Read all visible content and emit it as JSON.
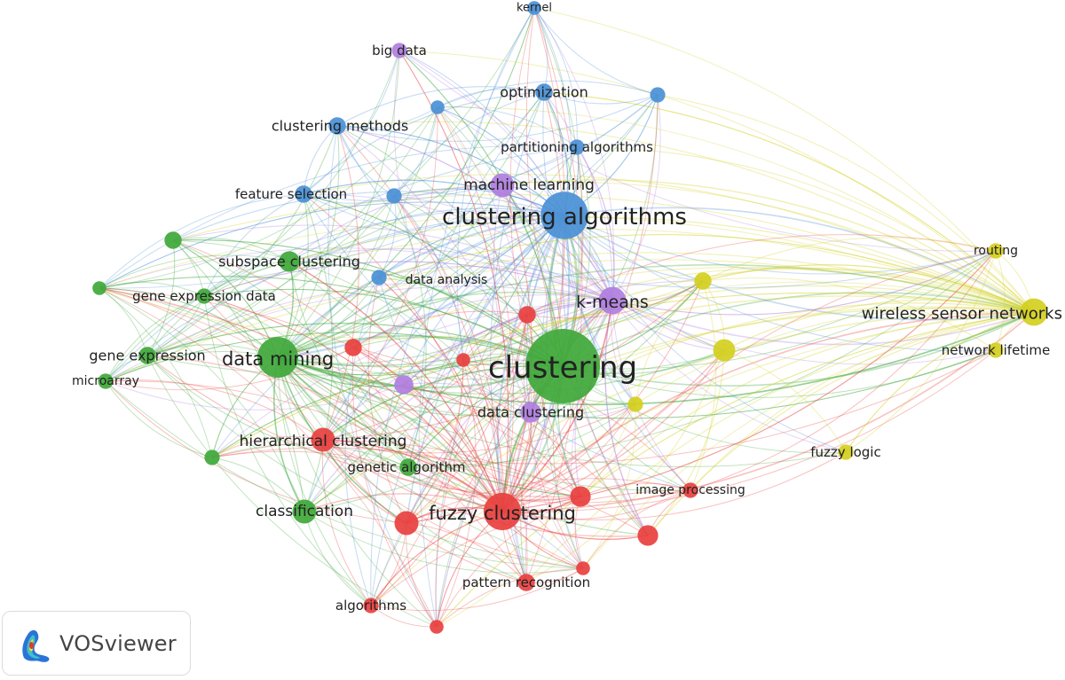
{
  "app": {
    "logo_text": "VOSviewer"
  },
  "colors": {
    "red": "#e8403f",
    "green": "#3fa83a",
    "blue": "#4a90d6",
    "yellow": "#d4cf1e",
    "purple": "#b07ee0"
  },
  "nodes": [
    {
      "id": "clustering",
      "label": "clustering",
      "cluster": "green",
      "weight": 10
    },
    {
      "id": "clustering-algorithms",
      "label": "clustering algorithms",
      "cluster": "blue",
      "weight": 6
    },
    {
      "id": "data-mining",
      "label": "data mining",
      "cluster": "green",
      "weight": 5
    },
    {
      "id": "fuzzy-clustering",
      "label": "fuzzy clustering",
      "cluster": "red",
      "weight": 4.5
    },
    {
      "id": "wireless-sensor-networks",
      "label": "wireless sensor networks",
      "cluster": "yellow",
      "weight": 3
    },
    {
      "id": "k-means",
      "label": "k-means",
      "cluster": "purple",
      "weight": 3
    },
    {
      "id": "machine-learning",
      "label": "machine learning",
      "cluster": "purple",
      "weight": 2.5
    },
    {
      "id": "hierarchical-clustering",
      "label": "hierarchical clustering",
      "cluster": "red",
      "weight": 2.5
    },
    {
      "id": "classification",
      "label": "classification",
      "cluster": "green",
      "weight": 2.5
    },
    {
      "id": "data-clustering",
      "label": "data clustering",
      "cluster": "purple",
      "weight": 2
    },
    {
      "id": "subspace-clustering",
      "label": "subspace clustering",
      "cluster": "green",
      "weight": 2
    },
    {
      "id": "gene-expression",
      "label": "gene expression",
      "cluster": "green",
      "weight": 1.5
    },
    {
      "id": "optimization",
      "label": "optimization",
      "cluster": "blue",
      "weight": 1.5
    },
    {
      "id": "clustering-methods",
      "label": "clustering methods",
      "cluster": "blue",
      "weight": 1.5
    },
    {
      "id": "feature-selection",
      "label": "feature selection",
      "cluster": "blue",
      "weight": 1.5
    },
    {
      "id": "pattern-recognition",
      "label": "pattern recognition",
      "cluster": "red",
      "weight": 1.5
    },
    {
      "id": "genetic-algorithm",
      "label": "genetic algorithm",
      "cluster": "green",
      "weight": 1.5
    },
    {
      "id": "image-processing",
      "label": "image processing",
      "cluster": "red",
      "weight": 1.2
    },
    {
      "id": "network-lifetime",
      "label": "network lifetime",
      "cluster": "yellow",
      "weight": 1.2
    },
    {
      "id": "fuzzy-logic",
      "label": "fuzzy logic",
      "cluster": "yellow",
      "weight": 1.2
    },
    {
      "id": "gene-expression-data",
      "label": "gene expression data",
      "cluster": "green",
      "weight": 1.2
    },
    {
      "id": "partitioning-algorithms",
      "label": "partitioning algorithms",
      "cluster": "blue",
      "weight": 1.2
    },
    {
      "id": "big-data",
      "label": "big data",
      "cluster": "purple",
      "weight": 1.2
    },
    {
      "id": "data-analysis",
      "label": "data analysis",
      "cluster": "blue",
      "weight": 1.2
    },
    {
      "id": "algorithms",
      "label": "algorithms",
      "cluster": "red",
      "weight": 1.2
    },
    {
      "id": "microarray",
      "label": "microarray",
      "cluster": "green",
      "weight": 1.2
    },
    {
      "id": "routing",
      "label": "routing",
      "cluster": "yellow",
      "weight": 1.2
    },
    {
      "id": "kernel",
      "label": "kernel",
      "cluster": "blue",
      "weight": 1
    },
    {
      "id": "u-red-1",
      "label": "",
      "cluster": "red",
      "weight": 2.5
    },
    {
      "id": "u-red-2",
      "label": "",
      "cluster": "red",
      "weight": 2
    },
    {
      "id": "u-red-3",
      "label": "",
      "cluster": "red",
      "weight": 2
    },
    {
      "id": "u-red-4",
      "label": "",
      "cluster": "red",
      "weight": 1.5
    },
    {
      "id": "u-red-5",
      "label": "",
      "cluster": "red",
      "weight": 1.5
    },
    {
      "id": "u-red-6",
      "label": "",
      "cluster": "red",
      "weight": 1
    },
    {
      "id": "u-red-7",
      "label": "",
      "cluster": "red",
      "weight": 1
    },
    {
      "id": "u-red-8",
      "label": "",
      "cluster": "red",
      "weight": 1
    },
    {
      "id": "u-green-1",
      "label": "",
      "cluster": "green",
      "weight": 1.5
    },
    {
      "id": "u-green-2",
      "label": "",
      "cluster": "green",
      "weight": 1.2
    },
    {
      "id": "u-green-3",
      "label": "",
      "cluster": "green",
      "weight": 1
    },
    {
      "id": "u-blue-1",
      "label": "",
      "cluster": "blue",
      "weight": 1.2
    },
    {
      "id": "u-blue-2",
      "label": "",
      "cluster": "blue",
      "weight": 1.2
    },
    {
      "id": "u-blue-3",
      "label": "",
      "cluster": "blue",
      "weight": 1
    },
    {
      "id": "u-yellow-1",
      "label": "",
      "cluster": "yellow",
      "weight": 2.2
    },
    {
      "id": "u-yellow-2",
      "label": "",
      "cluster": "yellow",
      "weight": 1.5
    },
    {
      "id": "u-yellow-3",
      "label": "",
      "cluster": "yellow",
      "weight": 1.2
    },
    {
      "id": "u-purple-1",
      "label": "",
      "cluster": "purple",
      "weight": 1.8
    }
  ]
}
